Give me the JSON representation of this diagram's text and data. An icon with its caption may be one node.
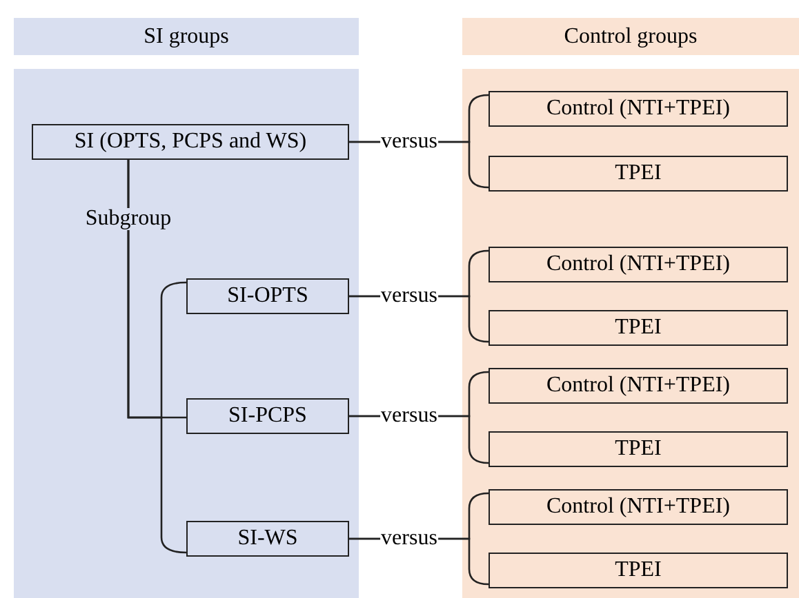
{
  "diagram": {
    "nodes": [
      {
        "text": [
          "SI groups"
        ]
      },
      {
        "text": [
          "Control groups"
        ]
      },
      {
        "text": [],
        "shape": "box"
      },
      {
        "text": [
          "SI (OPTS, PCPS and WS)"
        ],
        "in": 2
      },
      {
        "text": [
          "SI-OPTS"
        ],
        "in": 2
      },
      {
        "text": [
          "SI-PCPS"
        ],
        "in": 2
      },
      {
        "text": [
          "SI-WS"
        ],
        "in": 2
      },
      {
        "text": [],
        "shape": "box"
      },
      {
        "text": [
          "Control (NTI+TPEI)"
        ],
        "in": 7
      },
      {
        "text": [
          "TPEI"
        ],
        "in": 7
      },
      {
        "text": [
          "Control (NTI+TPEI)"
        ],
        "in": 7
      },
      {
        "text": [
          "TPEI"
        ],
        "in": 7
      },
      {
        "text": [
          "Control (NTI+TPEI)"
        ],
        "in": 7
      },
      {
        "text": [
          "TPEI"
        ],
        "in": 7
      },
      {
        "text": [
          "Control (NTI+TPEI)"
        ],
        "in": 7
      },
      {
        "text": [
          "TPEI"
        ],
        "in": 7
      }
    ],
    "edges": [
      {
        "from": 3,
        "to": 4,
        "arrow": "none",
        "label": "Subgroup"
      },
      {
        "from": 3,
        "to": 5,
        "arrow": "none"
      },
      {
        "from": 3,
        "to": 6,
        "arrow": "none"
      },
      {
        "from": 3,
        "to": 8,
        "arrow": "none",
        "label": "versus"
      },
      {
        "from": 3,
        "to": 9,
        "arrow": "none"
      },
      {
        "from": 4,
        "to": 10,
        "arrow": "none",
        "label": "versus"
      },
      {
        "from": 4,
        "to": 11,
        "arrow": "none"
      },
      {
        "from": 5,
        "to": 12,
        "arrow": "none",
        "label": "versus"
      },
      {
        "from": 5,
        "to": 13,
        "arrow": "none"
      },
      {
        "from": 6,
        "to": 14,
        "arrow": "none",
        "label": "versus"
      },
      {
        "from": 6,
        "to": 15,
        "arrow": "none"
      }
    ]
  }
}
